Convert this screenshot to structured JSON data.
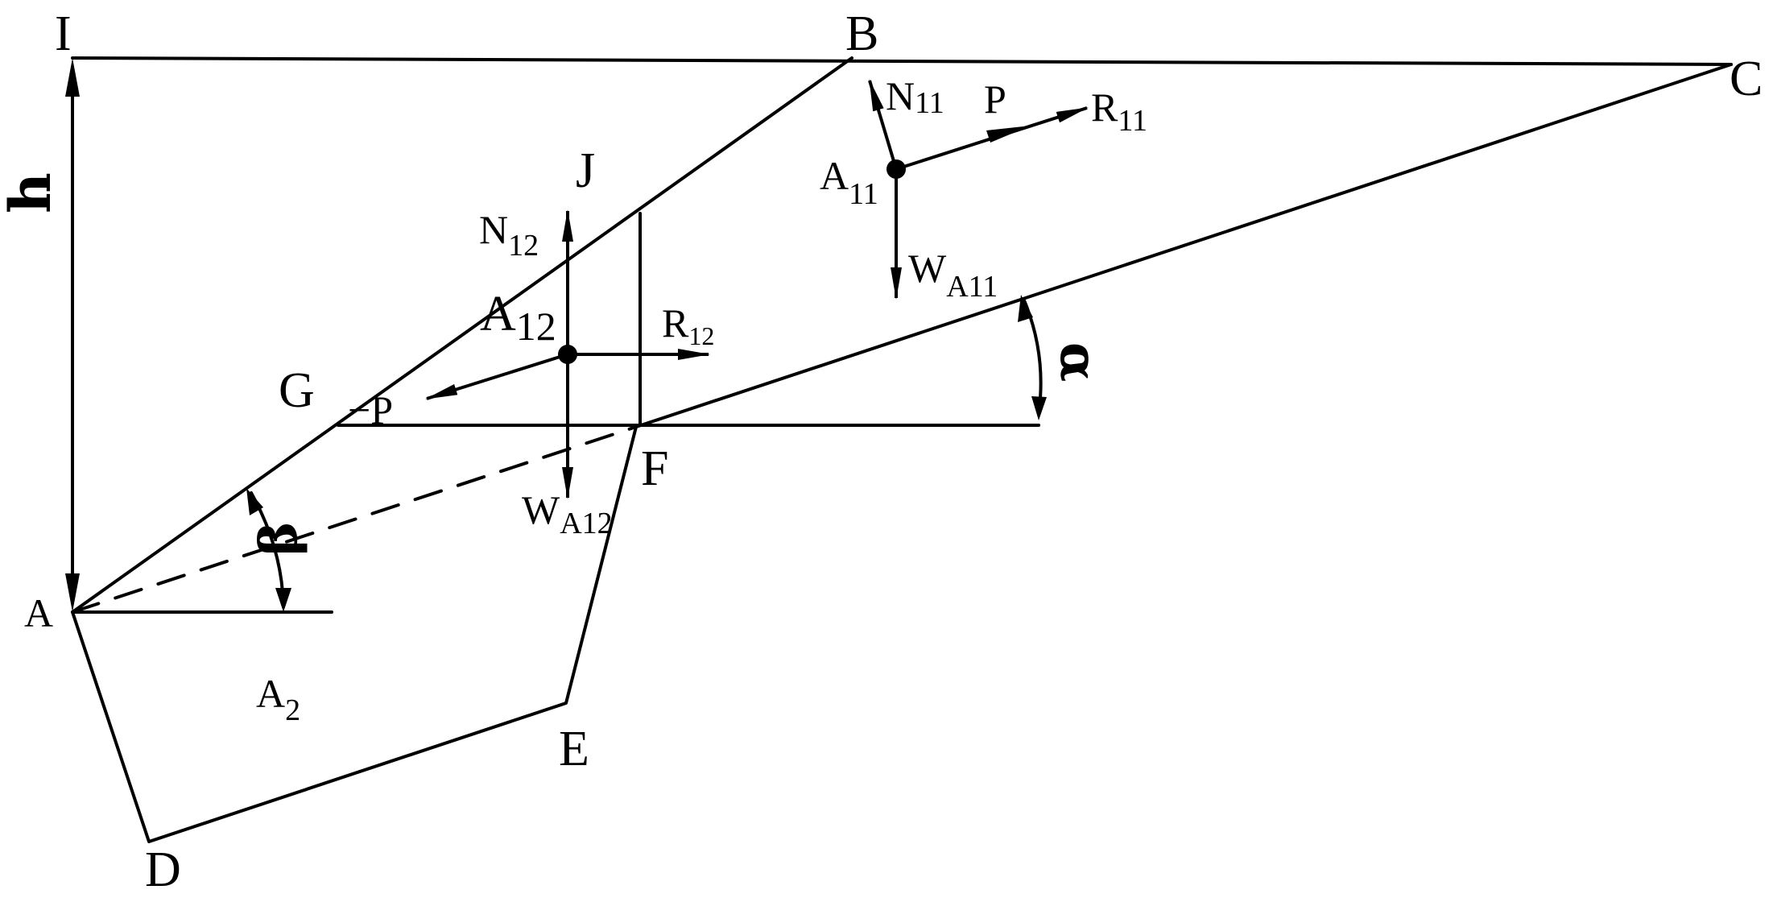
{
  "points": {
    "I": "I",
    "B": "B",
    "C": "C",
    "A": "A",
    "D": "D",
    "E": "E",
    "F": "F",
    "G": "G",
    "J": "J"
  },
  "height": "h",
  "angles": {
    "alpha": "α",
    "beta": "β"
  },
  "forces": {
    "N11": {
      "main": "N",
      "sub": "11"
    },
    "P": "P",
    "R11": {
      "main": "R",
      "sub": "11"
    },
    "A11": {
      "main": "A",
      "sub": "11"
    },
    "WA11": {
      "main": "W",
      "sub": "A11"
    },
    "N12": {
      "main": "N",
      "sub": "12"
    },
    "A12": {
      "main": "A",
      "sub": "12"
    },
    "R12": {
      "main": "R",
      "sub": "12"
    },
    "negP": "−P",
    "WA12": {
      "main": "W",
      "sub": "A12"
    }
  },
  "region": {
    "A2": {
      "main": "A",
      "sub": "2"
    }
  }
}
